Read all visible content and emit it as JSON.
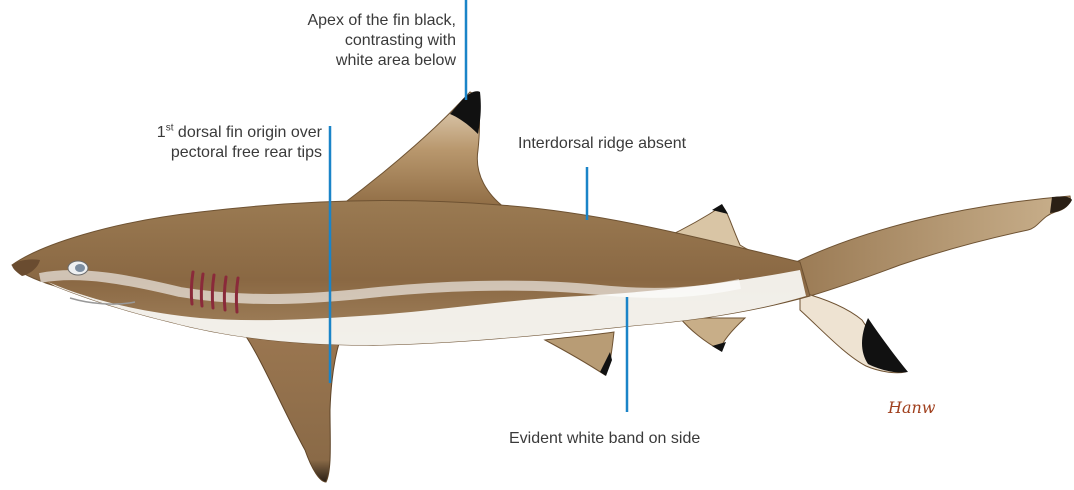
{
  "annotations": {
    "apex": {
      "line1": "Apex of the fin black,",
      "line2": "contrasting with",
      "line3": "white area below"
    },
    "dorsal_origin": {
      "number": "1",
      "suffix": "st",
      "line1_rest": " dorsal fin origin over",
      "line2": "pectoral free rear tips"
    },
    "interdorsal": {
      "text": "Interdorsal ridge absent"
    },
    "white_band": {
      "text": "Evident white band on side"
    }
  },
  "signature": "Hanw",
  "colors": {
    "leader_line": "#1a84c8",
    "body_brown": "#8a6a45",
    "fin_tip": "#111111",
    "belly": "#f7f5f1",
    "label_text": "#3a3a3a"
  }
}
